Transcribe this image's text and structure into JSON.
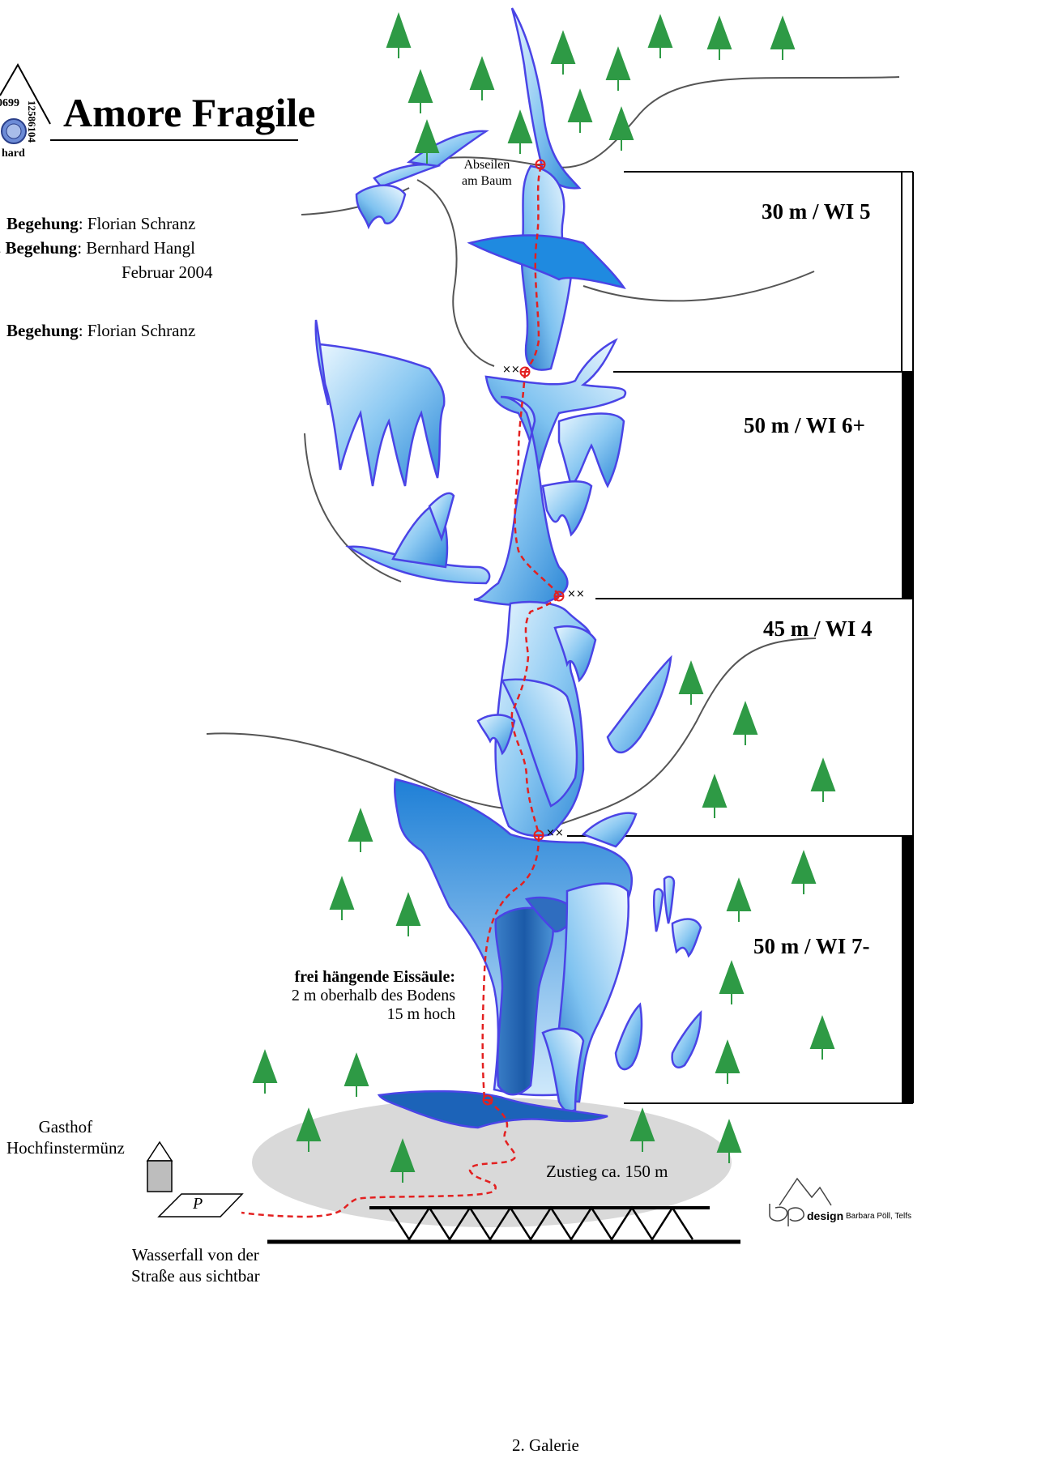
{
  "title": "Amore Fragile",
  "logo": {
    "left_number": "0699",
    "right_number": "12586104",
    "bottom_text": "hard"
  },
  "credits": {
    "line1_label": "Begehung",
    "line1_value": ": Florian Schranz",
    "line2_label": ". Begehung",
    "line2_value": ": Bernhard Hangl",
    "date": "Februar 2004",
    "line3_label": "Begehung",
    "line3_value": ": Florian Schranz"
  },
  "pitches": [
    {
      "label": "30 m  /  WI 5"
    },
    {
      "label": "50 m  /  WI 6+"
    },
    {
      "label": "45 m  /  WI 4"
    },
    {
      "label": "50 m  /  WI 7-"
    }
  ],
  "annotations": {
    "abseil": "Abseilen\nam Baum",
    "anchor_mark": "××",
    "pillar_title": "frei hängende Eissäule:",
    "pillar_line1": "2 m oberhalb des Bodens",
    "pillar_line2": "15 m hoch",
    "approach": "Zustieg ca. 150 m",
    "inn": "Gasthof\nHochfinstermünz",
    "parking": "P",
    "visible_from_road": "Wasserfall von der\nStraße aus sichtbar",
    "gallery": "2. Galerie"
  },
  "design_credit": {
    "brand": "design",
    "author": "Barbara Pöll, Telfs"
  },
  "colors": {
    "ice_light": "#d6ecfb",
    "ice_mid": "#6fb8ee",
    "ice_dark": "#1f76c9",
    "ice_outline": "#4a44e6",
    "tree": "#2e9a45",
    "route": "#e32020",
    "ground": "#d9d9d9"
  }
}
